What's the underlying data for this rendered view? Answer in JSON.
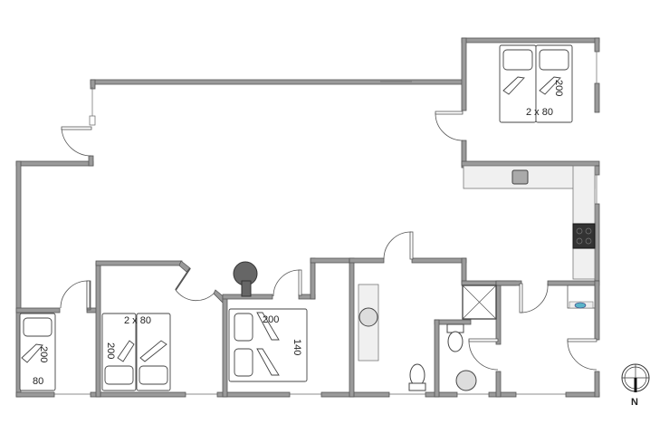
{
  "plan": {
    "type": "floor-plan",
    "colors": {
      "wall": "#9a9a9a",
      "counter": "#f0f0f0",
      "hob": "#333333",
      "stove": "#666666",
      "sink_accent": "#5ab4c8"
    },
    "rooms": [
      {
        "id": "bedroom-northeast",
        "bed_label_size": "2 x 80",
        "bed_label_length": "200"
      },
      {
        "id": "bedroom-single",
        "bed_label_length": "200",
        "bed_label_width": "80"
      },
      {
        "id": "bedroom-twin",
        "bed_label_size": "2 x 80",
        "bed_label_length": "200"
      },
      {
        "id": "bedroom-double",
        "bed_label_length": "200",
        "bed_label_width": "140"
      },
      {
        "id": "bathroom-main"
      },
      {
        "id": "bathroom-small"
      },
      {
        "id": "kitchen"
      },
      {
        "id": "utility-entrance"
      },
      {
        "id": "living-area"
      }
    ],
    "compass": {
      "label": "N"
    }
  }
}
